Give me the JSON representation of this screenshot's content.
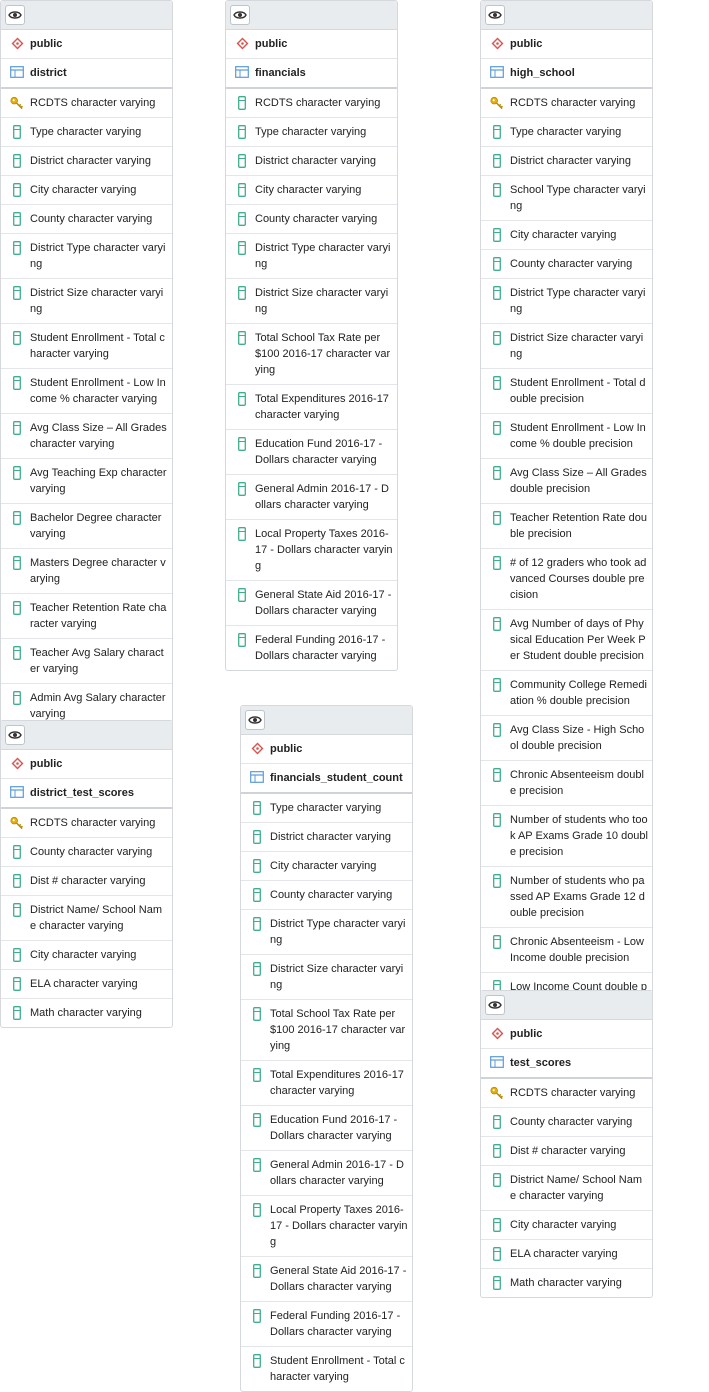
{
  "colors": {
    "schema_icon": "#d9534f",
    "table_icon": "#5b9bd5",
    "column_icon": "#3fae8c",
    "key_icon": "#e3b00b",
    "header_bg": "#e9ecef"
  },
  "icons": {
    "header": "eye-icon",
    "schema": "schema-icon",
    "table": "table-icon",
    "column": "column-icon",
    "key": "primary-key-icon"
  },
  "nodes": [
    {
      "id": "district",
      "schema": "public",
      "table": "district",
      "columns": [
        {
          "text": "RCDTS character varying",
          "pk": true
        },
        {
          "text": "Type character varying"
        },
        {
          "text": "District character varying"
        },
        {
          "text": "City character varying"
        },
        {
          "text": "County character varying"
        },
        {
          "text": "District Type character varying"
        },
        {
          "text": "District Size character varying"
        },
        {
          "text": "Student Enrollment - Total character varying"
        },
        {
          "text": "Student Enrollment - Low Income % character varying"
        },
        {
          "text": "Avg Class Size – All Grades character varying"
        },
        {
          "text": "Avg Teaching Exp character varying"
        },
        {
          "text": "Bachelor Degree character varying"
        },
        {
          "text": "Masters Degree  character varying"
        },
        {
          "text": "Teacher Retention Rate character varying"
        },
        {
          "text": "Teacher Avg Salary character varying"
        },
        {
          "text": "Admin Avg Salary character varying"
        }
      ]
    },
    {
      "id": "financials",
      "schema": "public",
      "table": "financials",
      "columns": [
        {
          "text": "RCDTS character varying"
        },
        {
          "text": "Type character varying"
        },
        {
          "text": "District character varying"
        },
        {
          "text": "City character varying"
        },
        {
          "text": "County character varying"
        },
        {
          "text": "District Type character varying"
        },
        {
          "text": "District Size character varying"
        },
        {
          "text": "Total School Tax Rate per $100 2016-17 character varying"
        },
        {
          "text": "Total Expenditures 2016-17 character varying"
        },
        {
          "text": "Education Fund 2016-17 - Dollars character varying"
        },
        {
          "text": "General Admin 2016-17 - Dollars character varying"
        },
        {
          "text": "Local Property Taxes 2016-17 - Dollars character varying"
        },
        {
          "text": "General State Aid 2016-17 - Dollars character varying"
        },
        {
          "text": "Federal Funding 2016-17 - Dollars character varying"
        }
      ]
    },
    {
      "id": "high_school",
      "schema": "public",
      "table": "high_school",
      "columns": [
        {
          "text": "RCDTS character varying",
          "pk": true
        },
        {
          "text": "Type character varying"
        },
        {
          "text": "District character varying"
        },
        {
          "text": "School Type character varying"
        },
        {
          "text": "City character varying"
        },
        {
          "text": "County character varying"
        },
        {
          "text": "District Type character varying"
        },
        {
          "text": "District Size character varying"
        },
        {
          "text": "Student Enrollment - Total double precision"
        },
        {
          "text": "Student Enrollment - Low Income % double precision"
        },
        {
          "text": "Avg Class Size – All Grades double precision"
        },
        {
          "text": "Teacher Retention Rate double precision"
        },
        {
          "text": "# of 12 graders who took advanced Courses double precision"
        },
        {
          "text": "Avg Number of days of Physical Education Per Week Per Student double precision"
        },
        {
          "text": "Community College Remediation % double precision"
        },
        {
          "text": "Avg Class Size - High School double precision"
        },
        {
          "text": "Chronic Absenteeism double precision"
        },
        {
          "text": "Number of students who took AP Exams Grade 10 double precision"
        },
        {
          "text": "Number of students who passed AP Exams Grade 12 double precision"
        },
        {
          "text": "Chronic Absenteeism - Low Income double precision"
        },
        {
          "text": "Low Income Count double precision"
        }
      ]
    },
    {
      "id": "district_test_scores",
      "schema": "public",
      "table": "district_test_scores",
      "columns": [
        {
          "text": "RCDTS character varying",
          "pk": true
        },
        {
          "text": "County character varying"
        },
        {
          "text": "Dist #  character varying"
        },
        {
          "text": "District Name/ School Name character varying"
        },
        {
          "text": "City character varying"
        },
        {
          "text": "ELA character varying"
        },
        {
          "text": "Math character varying"
        }
      ]
    },
    {
      "id": "financials_student_count",
      "schema": "public",
      "table": "financials_student_count",
      "columns": [
        {
          "text": "Type character varying"
        },
        {
          "text": "District character varying"
        },
        {
          "text": "City character varying"
        },
        {
          "text": "County character varying"
        },
        {
          "text": "District Type character varying"
        },
        {
          "text": "District Size character varying"
        },
        {
          "text": "Total School Tax Rate per $100 2016-17 character varying"
        },
        {
          "text": "Total Expenditures 2016-17 character varying"
        },
        {
          "text": "Education Fund 2016-17 - Dollars character varying"
        },
        {
          "text": "General Admin 2016-17 - Dollars character varying"
        },
        {
          "text": "Local Property Taxes 2016-17 - Dollars character varying"
        },
        {
          "text": "General State Aid 2016-17 - Dollars character varying"
        },
        {
          "text": "Federal Funding 2016-17 - Dollars character varying"
        },
        {
          "text": "Student Enrollment - Total character varying"
        }
      ]
    },
    {
      "id": "test_scores",
      "schema": "public",
      "table": "test_scores",
      "columns": [
        {
          "text": "RCDTS character varying",
          "pk": true
        },
        {
          "text": "County character varying"
        },
        {
          "text": "Dist #  character varying"
        },
        {
          "text": "District Name/ School Name character varying"
        },
        {
          "text": "City character varying"
        },
        {
          "text": "ELA character varying"
        },
        {
          "text": "Math character varying"
        }
      ]
    }
  ]
}
